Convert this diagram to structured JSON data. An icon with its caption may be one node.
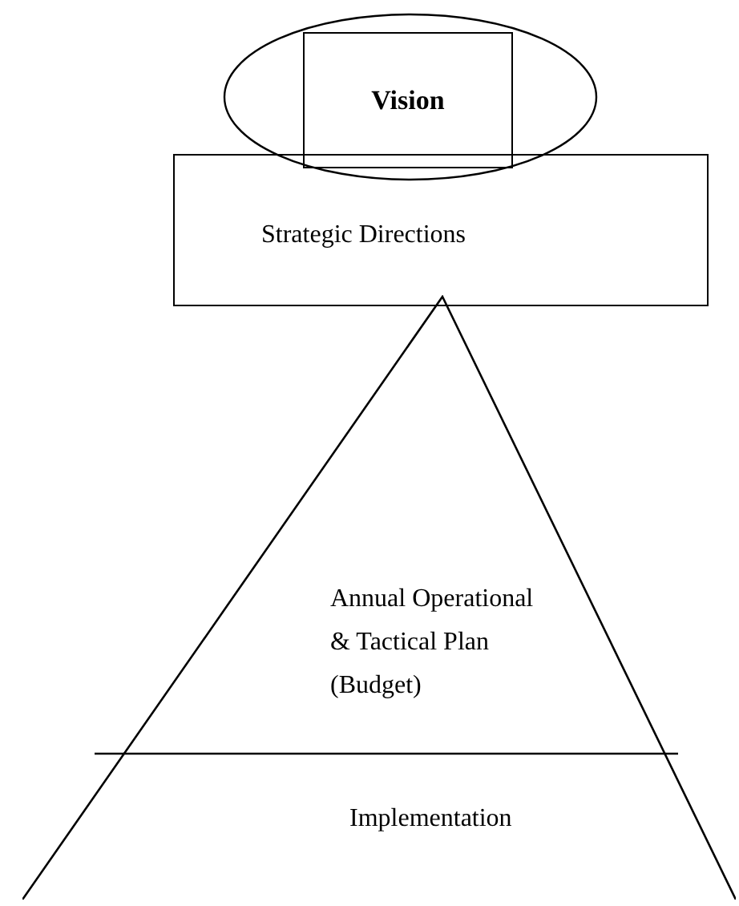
{
  "diagram": {
    "nodes": [
      {
        "text": [],
        "shape": "ellipse"
      },
      {
        "text": [
          "Vision"
        ],
        "in": 0
      },
      {
        "text": [
          "Strategic Directions"
        ]
      },
      {
        "text": [
          "Annual Operational & Tactical Plan (Budget)",
          "Implementation"
        ]
      }
    ]
  }
}
